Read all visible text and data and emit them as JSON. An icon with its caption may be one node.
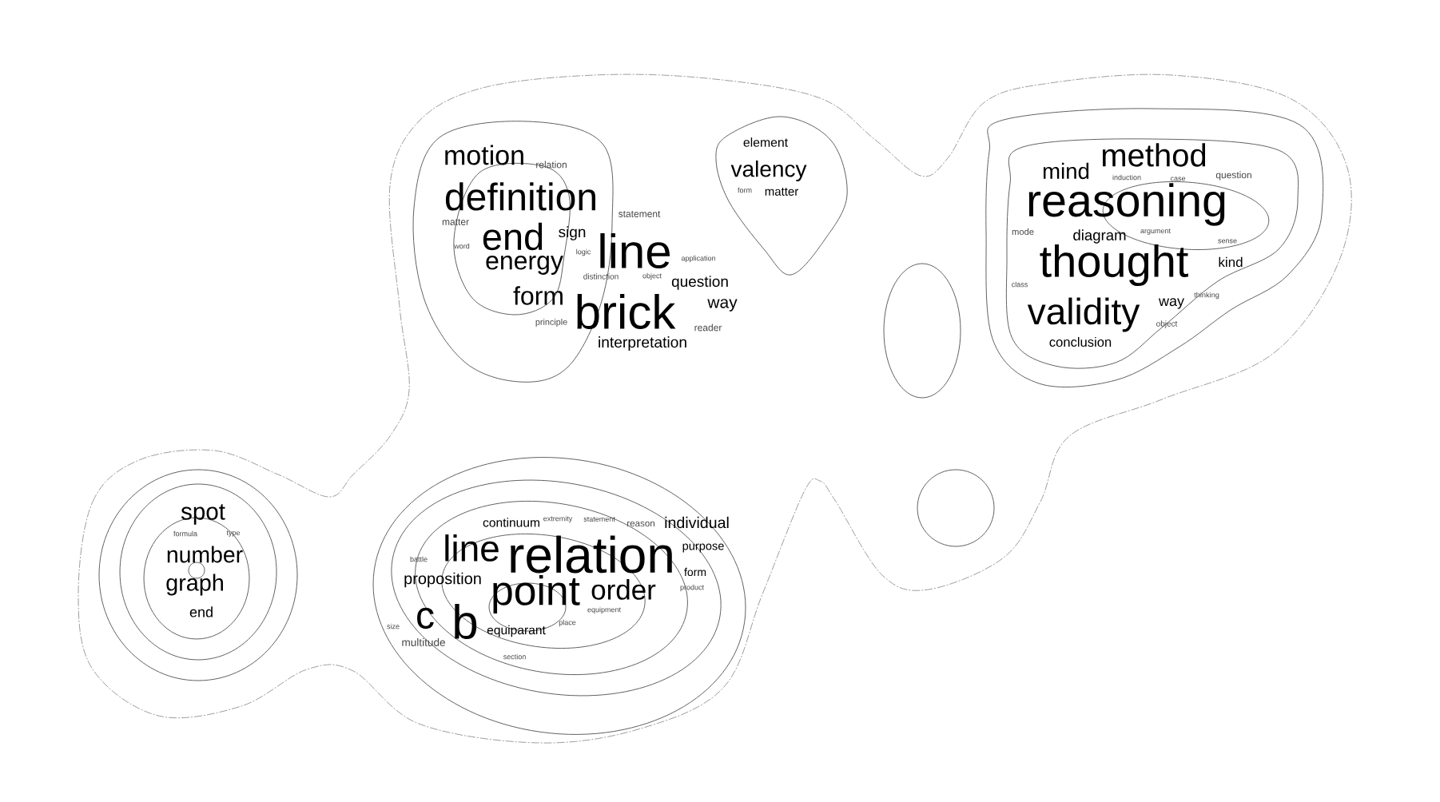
{
  "diagram": {
    "labels": [
      "motion",
      "relation",
      "definition",
      "statement",
      "matter",
      "end",
      "sign",
      "word",
      "logic",
      "line",
      "application",
      "energy",
      "distinction",
      "object",
      "question",
      "form",
      "principle",
      "brick",
      "way",
      "reader",
      "interpretation",
      "element",
      "valency",
      "form",
      "matter",
      "method",
      "mind",
      "induction",
      "case",
      "question",
      "reasoning",
      "mode",
      "diagram",
      "argument",
      "sense",
      "thought",
      "kind",
      "class",
      "validity",
      "way",
      "thinking",
      "object",
      "conclusion",
      "spot",
      "formula",
      "type",
      "number",
      "graph",
      "end",
      "continuum",
      "extremity",
      "statement",
      "reason",
      "individual",
      "battle",
      "line",
      "relation",
      "purpose",
      "proposition",
      "form",
      "point",
      "order",
      "product",
      "size",
      "c",
      "b",
      "equiparant",
      "place",
      "equipment",
      "multitude",
      "section"
    ]
  }
}
